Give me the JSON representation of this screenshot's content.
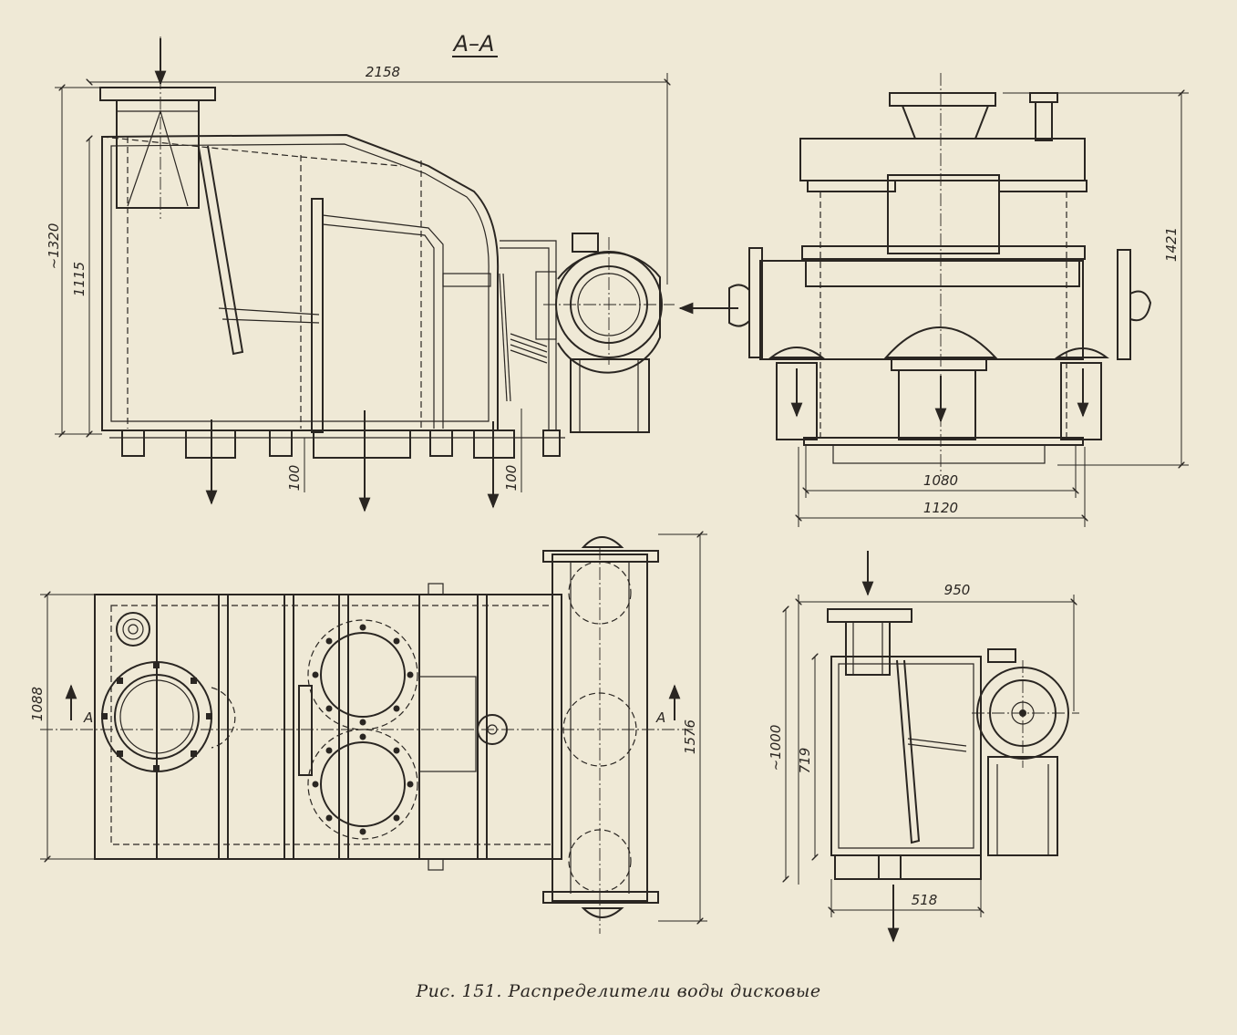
{
  "section": {
    "title": "А–А",
    "marker": "А"
  },
  "dimensions": {
    "front_length": "2158",
    "front_height": "~1320",
    "front_inner_height": "1115",
    "front_foot_left": "100",
    "front_foot_right": "100",
    "side_height": "1421",
    "side_inner_width": "1080",
    "side_outer_width": "1120",
    "plan_width": "1088",
    "plan_right_width": "1576",
    "small_width": "950",
    "small_height": "~1000",
    "small_inner_height": "719",
    "small_base": "518"
  },
  "caption": "Рис. 151. Распределители воды дисковые"
}
